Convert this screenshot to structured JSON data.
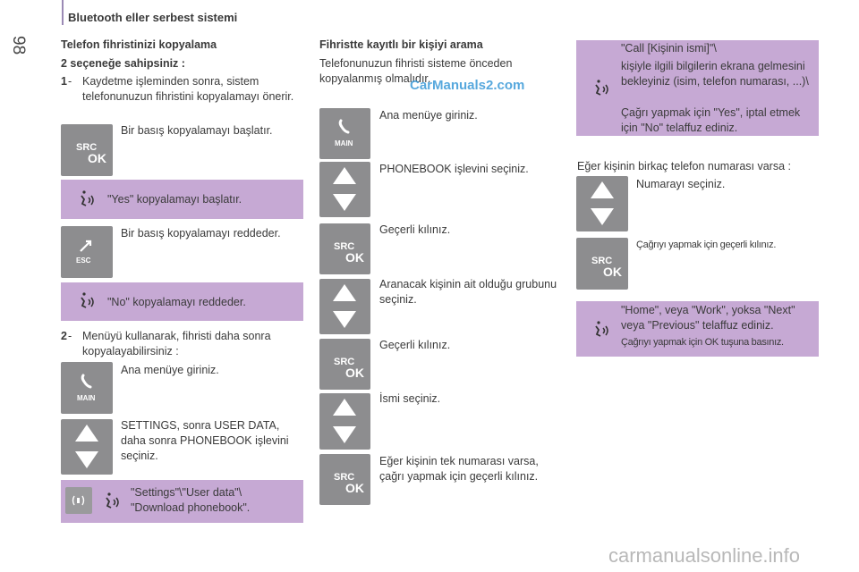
{
  "header": {
    "title": "Bluetooth eller serbest sistemi",
    "page_number": "98"
  },
  "col1": {
    "title": "Telefon fihristinizi kopyalama",
    "subtitle": "2 seçeneğe sahipsiniz :",
    "step1_num": "1",
    "step1_text": "Kaydetme işleminden sonra, sistem telefonunuzun fihristini kopyalamayı önerir.",
    "src_press_start": "Bir basış kopyalamayı başlatır.",
    "voice_yes": "\"Yes\" kopyalamayı başlatır.",
    "esc_press_cancel": "Bir basış kopyalamayı reddeder.",
    "voice_no": "\"No\" kopyalamayı reddeder.",
    "step2_num": "2",
    "step2_text": "Menüyü kullanarak, fihristi daha sonra kopyalayabilirsiniz :",
    "main_menu": "Ana menüye giriniz.",
    "settings_path": "SETTINGS, sonra USER DATA, daha sonra PHONEBOOK işlevini seçiniz.",
    "voice_settings": "\"Settings\"\\\"User data\"\\ \"Download phonebook\"."
  },
  "col2": {
    "title": "Fihristte kayıtlı bir kişiyi arama",
    "intro": "Telefonunuzun fihristi sisteme önceden kopyalanmış olmalıdır.",
    "s1": "Ana menüye giriniz.",
    "s2": "PHONEBOOK işlevini seçiniz.",
    "s3": "Geçerli kılınız.",
    "s4": "Aranacak kişinin ait olduğu grubunu seçiniz.",
    "s5": "Geçerli kılınız.",
    "s6": "İsmi seçiniz.",
    "s7": "Eğer kişinin tek numarası varsa, çağrı yapmak için geçerli kılınız."
  },
  "col3": {
    "voice_call_1": "\"Call [Kişinin ismi]\"\\",
    "voice_call_2": "kişiyle ilgili bilgilerin ekrana gelmesini bekleyiniz (isim, telefon numarası, ...)\\",
    "voice_call_3": "Çağrı yapmak için \"Yes\", iptal etmek için \"No\" telaffuz ediniz.",
    "multi_numbers": "Eğer kişinin birkaç telefon numarası varsa :",
    "select_number": "Numarayı seçiniz.",
    "confirm_call": "Çağrıyı yapmak için geçerli kılınız.",
    "voice_home_1": "\"Home\", veya \"Work\", yoksa \"Next\" veya \"Previous\" telaffuz ediniz.",
    "voice_home_2": "Çağrıyı yapmak için OK tuşuna basınız."
  },
  "buttons": {
    "src": "SRC",
    "ok": "OK",
    "esc": "ESC",
    "main": "MAIN"
  },
  "watermarks": {
    "top": "CarManuals2.com",
    "bottom": "carmanualsonline.info"
  },
  "colors": {
    "lavender": "#c6a9d4",
    "button_gray": "#8d8d8f",
    "accent_bar": "#9b8ab5"
  }
}
